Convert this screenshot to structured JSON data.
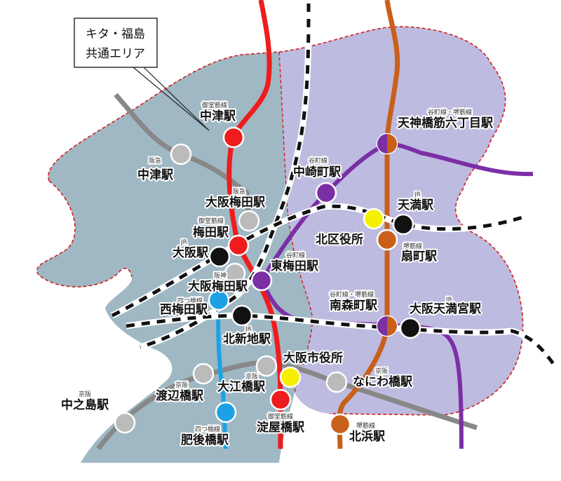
{
  "callout": {
    "line1": "キタ・福島",
    "line2": "共通エリア"
  },
  "colors": {
    "area_kita": "#9fb8c4",
    "area_north": "#bdbbe0",
    "boundary": "#d02020",
    "midosuji": "#ee1c1c",
    "tanimachi": "#7b2fa5",
    "sakaisuji": "#c8601a",
    "yotsubashi": "#1ca2e4",
    "hankyu_keihan": "#888888",
    "jr": "#111111",
    "city_hall": "#f5f000"
  },
  "stations": [
    {
      "id": "nakatsu-midosuji",
      "name": "中津駅",
      "line": "御堂筋線",
      "color": "#ee1c1c"
    },
    {
      "id": "nakatsu-hankyu",
      "name": "中津駅",
      "line": "阪急",
      "color": "#bbbbbb"
    },
    {
      "id": "osaka-umeda-hankyu",
      "name": "大阪梅田駅",
      "line": "阪急",
      "color": "#bbbbbb"
    },
    {
      "id": "umeda",
      "name": "梅田駅",
      "line": "御堂筋線",
      "color": "#ee1c1c"
    },
    {
      "id": "osaka-jr",
      "name": "大阪駅",
      "line": "JR",
      "color": "#111111"
    },
    {
      "id": "osaka-umeda-hanshin",
      "name": "大阪梅田駅",
      "line": "阪神",
      "color": "#bbbbbb"
    },
    {
      "id": "nishi-umeda",
      "name": "西梅田駅",
      "line": "四つ橋線",
      "color": "#1ca2e4"
    },
    {
      "id": "kitashinchi",
      "name": "北新地駅",
      "line": "JR",
      "color": "#111111"
    },
    {
      "id": "nakazakicho",
      "name": "中崎町駅",
      "line": "谷町線",
      "color": "#7b2fa5"
    },
    {
      "id": "higashi-umeda",
      "name": "東梅田駅",
      "line": "谷町線",
      "color": "#7b2fa5"
    },
    {
      "id": "tenjinbashisuji",
      "name": "天神橋筋六丁目駅",
      "line": "谷町線・堺筋線",
      "color": "split"
    },
    {
      "id": "temma",
      "name": "天満駅",
      "line": "JR",
      "color": "#111111"
    },
    {
      "id": "kitaku-yakusho",
      "name": "北区役所",
      "line": "",
      "color": "#f5f000"
    },
    {
      "id": "ogimachi",
      "name": "扇町駅",
      "line": "堺筋線",
      "color": "#c8601a"
    },
    {
      "id": "minamimorimachi",
      "name": "南森町駅",
      "line": "谷町線・堺筋線",
      "color": "split"
    },
    {
      "id": "osakatemmangu",
      "name": "大阪天満宮駅",
      "line": "JR",
      "color": "#111111"
    },
    {
      "id": "osaka-shiyakusho",
      "name": "大阪市役所",
      "line": "",
      "color": "#f5f000"
    },
    {
      "id": "naniwabashi",
      "name": "なにわ橋駅",
      "line": "京阪",
      "color": "#bbbbbb"
    },
    {
      "id": "oebashi",
      "name": "大江橋駅",
      "line": "京阪",
      "color": "#bbbbbb"
    },
    {
      "id": "watanabebashi",
      "name": "渡辺橋駅",
      "line": "京阪",
      "color": "#bbbbbb"
    },
    {
      "id": "nakanoshima",
      "name": "中之島駅",
      "line": "京阪",
      "color": "#bbbbbb"
    },
    {
      "id": "yodoyabashi",
      "name": "淀屋橋駅",
      "line": "御堂筋線",
      "color": "#ee1c1c"
    },
    {
      "id": "kitahama",
      "name": "北浜駅",
      "line": "堺筋線",
      "color": "#c8601a"
    },
    {
      "id": "higobashi",
      "name": "肥後橋駅",
      "line": "四つ橋線",
      "color": "#1ca2e4"
    }
  ]
}
